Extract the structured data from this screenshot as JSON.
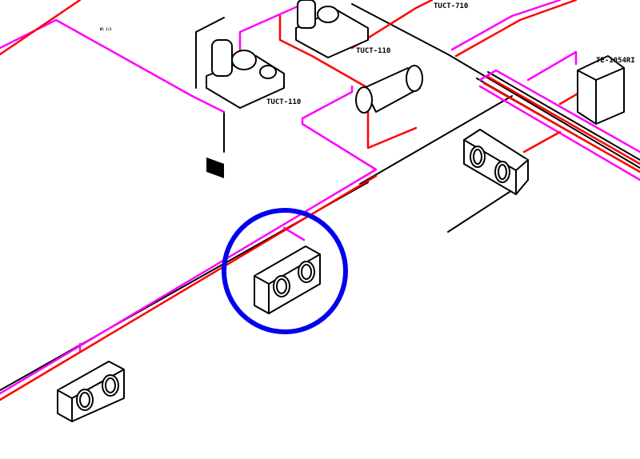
{
  "drawing": {
    "equipment_labels": [
      "TUCT-110",
      "TUCT-110",
      "TUCT-710",
      "TE-1054RI"
    ],
    "pipe_tag": "Ø½ 1/2",
    "colors": {
      "pipe_magenta": "#ff00ff",
      "pipe_red": "#ff0000",
      "line_black": "#000000",
      "highlight_circle": "#0000ee"
    }
  }
}
